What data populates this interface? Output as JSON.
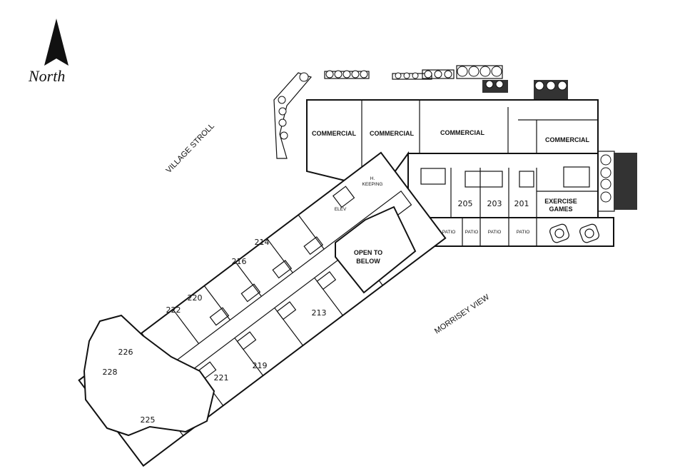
{
  "compass": {
    "label": "North"
  },
  "streets": {
    "village_stroll": "VILLAGE STROLL",
    "morrisey_view": "MORRISEY VIEW"
  },
  "spaces": {
    "commercial_1": "COMMERCIAL",
    "commercial_2": "COMMERCIAL",
    "commercial_3": "COMMERCIAL",
    "commercial_4": "COMMERCIAL",
    "h_keeping_1": "H.",
    "h_keeping_2": "KEEPING",
    "elev": "ELEV",
    "open_to_below_1": "OPEN TO",
    "open_to_below_2": "BELOW",
    "exercise": "EXERCISE",
    "games": "GAMES",
    "patio_1": "PATIO",
    "patio_2": "PATIO",
    "patio_3": "PATIO",
    "patio_4": "PATIO"
  },
  "units": {
    "u205": "205",
    "u203": "203",
    "u201": "201",
    "u214": "214",
    "u216": "216",
    "u220": "220",
    "u222": "222",
    "u226": "226",
    "u228": "228",
    "u225": "225",
    "u221": "221",
    "u219": "219",
    "u213": "213"
  }
}
